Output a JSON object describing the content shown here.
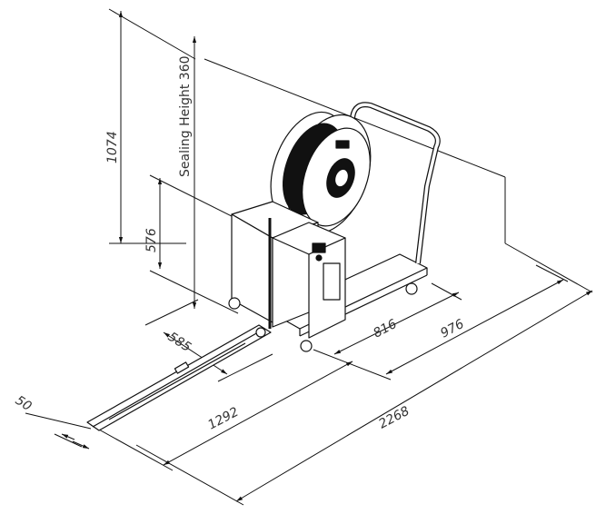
{
  "diagram": {
    "dimensions": {
      "overall_height": "1074",
      "table_height": "576",
      "sealing_height": "Sealing Height  360",
      "width_585": "585",
      "height_50": "50",
      "length_1292": "1292",
      "depth_816": "816",
      "depth_976": "976",
      "overall_length": "2268"
    }
  }
}
